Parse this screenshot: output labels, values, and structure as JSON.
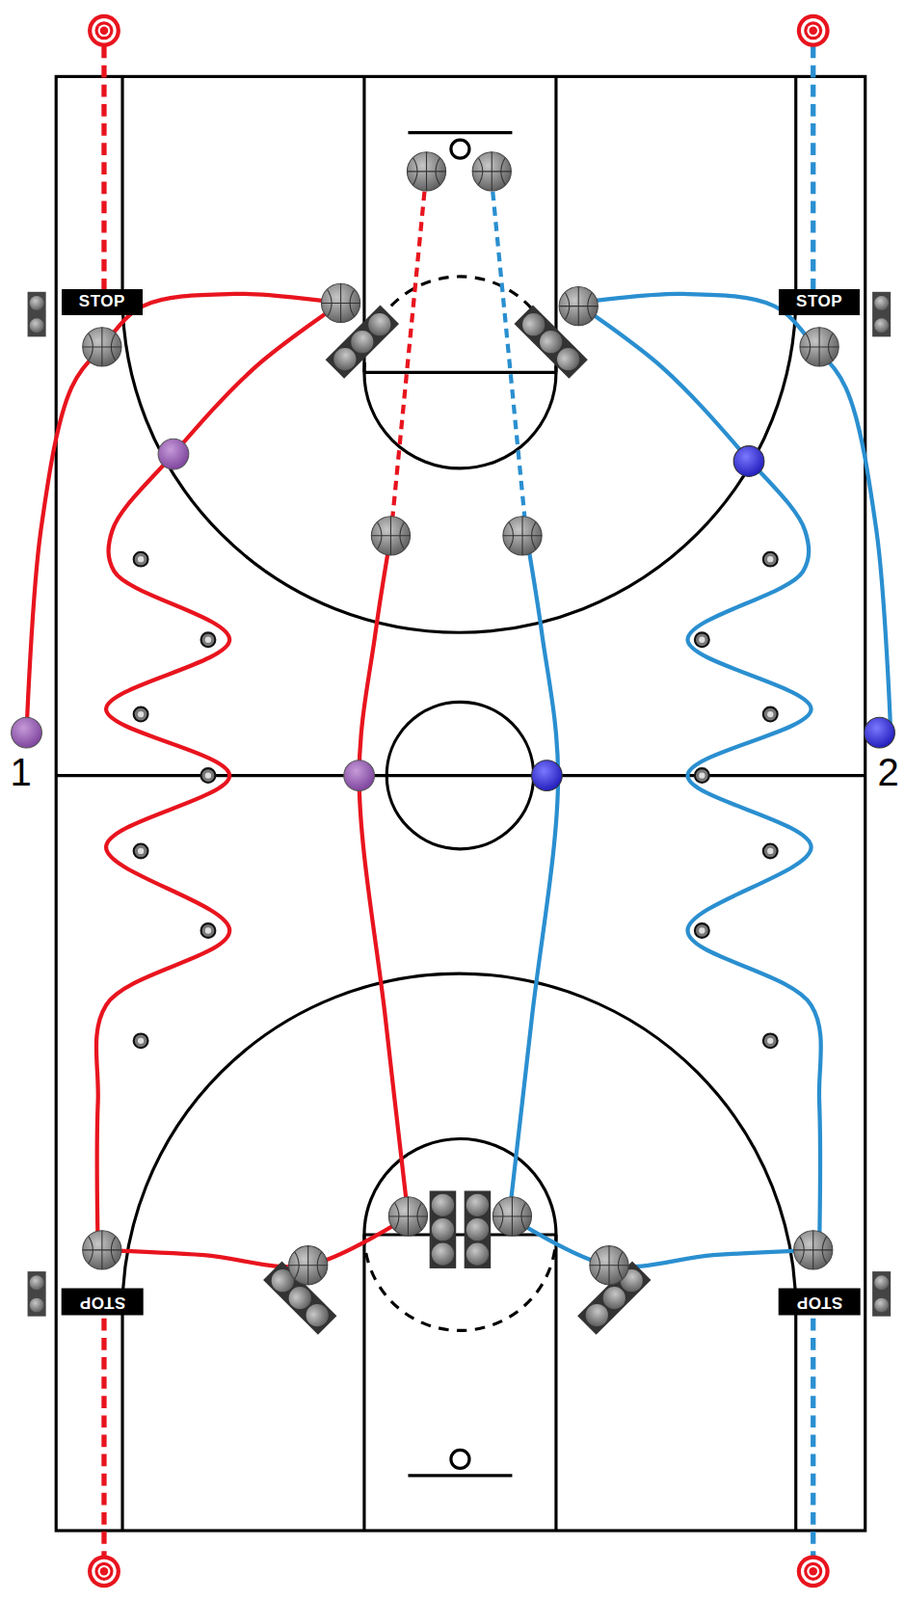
{
  "diagram": {
    "nodes": [
      {
        "text": [
          "STOP"
        ]
      },
      {
        "text": [
          "STOP"
        ]
      },
      {
        "text": [
          "STOP"
        ]
      },
      {
        "text": [
          "STOP"
        ]
      }
    ],
    "labels": [
      "1",
      "2"
    ]
  }
}
